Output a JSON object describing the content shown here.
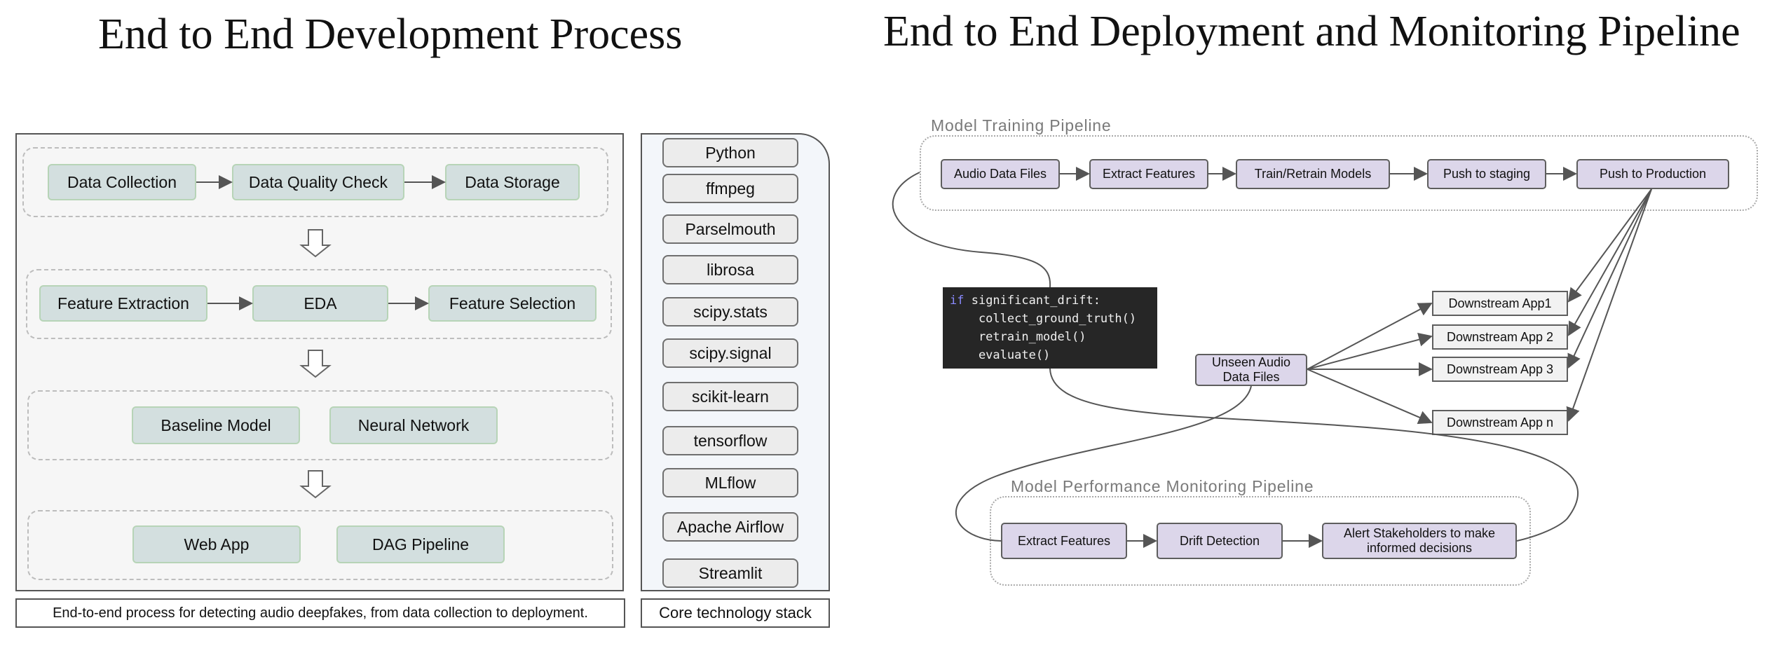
{
  "left_title": "End to End Development Process",
  "right_title": "End to End Deployment and Monitoring Pipeline",
  "development": {
    "stage1": [
      "Data Collection",
      "Data Quality Check",
      "Data Storage"
    ],
    "stage2": [
      "Feature Extraction",
      "EDA",
      "Feature Selection"
    ],
    "stage3": [
      "Baseline Model",
      "Neural Network"
    ],
    "stage4": [
      "Web App",
      "DAG Pipeline"
    ],
    "caption": "End-to-end process for detecting audio deepfakes, from data collection to deployment."
  },
  "tech_stack": {
    "items": [
      "Python",
      "ffmpeg",
      "Parselmouth",
      "librosa",
      "scipy.stats",
      "scipy.signal",
      "scikit-learn",
      "tensorflow",
      "MLflow",
      "Apache Airflow",
      "Streamlit"
    ],
    "caption": "Core technology stack"
  },
  "training_pipeline": {
    "title": "Model Training Pipeline",
    "steps": [
      "Audio Data Files",
      "Extract Features",
      "Train/Retrain Models",
      "Push to staging",
      "Push to Production"
    ]
  },
  "code_snippet": {
    "keyword": "if",
    "line1_rest": " significant_drift:",
    "line2": "    collect_ground_truth()",
    "line3": "    retrain_model()",
    "line4": "    evaluate()"
  },
  "unseen_data": {
    "line1": "Unseen Audio",
    "line2": "Data Files"
  },
  "downstream": [
    "Downstream App1",
    "Downstream App 2",
    "Downstream App 3",
    "Downstream App n"
  ],
  "monitoring_pipeline": {
    "title": "Model Performance Monitoring Pipeline",
    "steps": [
      "Extract Features",
      "Drift Detection"
    ],
    "alert_line1": "Alert Stakeholders to make",
    "alert_line2": "informed decisions"
  },
  "colors": {
    "dev_box_fill": "#d3dfdf",
    "pipeline_box_fill": "#dcd6ea",
    "code_background": "#262626"
  }
}
